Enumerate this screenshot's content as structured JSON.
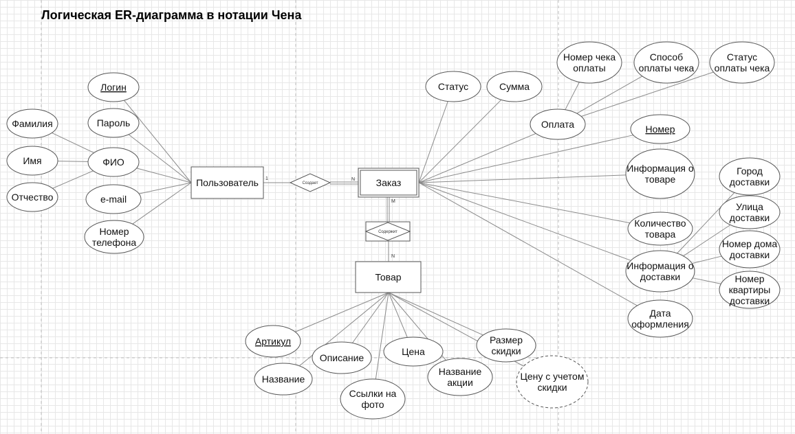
{
  "title": "Логическая ER-диаграмма в нотации Чена",
  "entities": {
    "user": "Пользователь",
    "order": "Заказ",
    "product": "Товар"
  },
  "relationships": {
    "creates": "Создает",
    "contains": "Содержит"
  },
  "cardinalities": {
    "user_creates": "1",
    "creates_order": "N",
    "order_contains": "M",
    "contains_product": "N"
  },
  "attributes": {
    "login": "Логин",
    "password": "Пароль",
    "fio": "ФИО",
    "email": "e-mail",
    "phone": "Номер телефона",
    "surname": "Фамилия",
    "name": "Имя",
    "patronymic": "Отчество",
    "status": "Статус",
    "sum": "Сумма",
    "payment": "Оплата",
    "payment_receipt_number": "Номер чека оплаты",
    "payment_method": "Способ оплаты чека",
    "payment_receipt_status": "Статус оплаты чека",
    "order_number": "Номер",
    "product_info": "Информация о товаре",
    "product_quantity": "Количество товара",
    "delivery_info": "Информация о доставки",
    "delivery_city": "Город доставки",
    "delivery_street": "Улица доставки",
    "delivery_house": "Номер дома доставки",
    "delivery_apartment": "Номер квартиры доставки",
    "created_date": "Дата оформления",
    "article": "Артикул",
    "product_name": "Название",
    "description": "Описание",
    "photo_links": "Ссылки на фото",
    "price": "Цена",
    "promo_name": "Название акции",
    "discount_size": "Размер скидки",
    "discounted_price": "Цену с учетом скидки"
  },
  "colors": {
    "stroke": "#555555",
    "line": "#8a8a8a",
    "fill": "#ffffff",
    "grid": "#e7e7e7"
  }
}
